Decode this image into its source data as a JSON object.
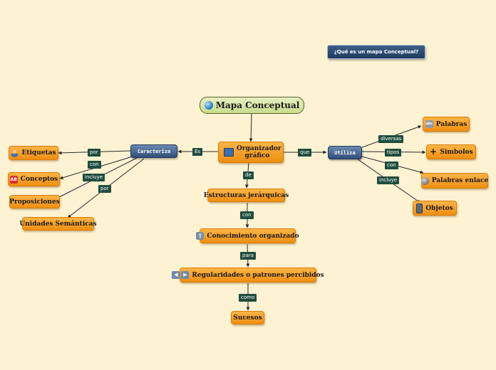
{
  "map": {
    "central": "Mapa Conceptual",
    "question_button": "¿Qué es un mapa Conceptual?",
    "organizador": "Organizador gráfico",
    "caracteriza": "Caracteriza",
    "utiliza": "Utiliza",
    "left_nodes": {
      "etiquetas": "Etiquetas",
      "conceptos": "Conceptos",
      "proposiciones": "Proposiciones",
      "unidades": "Unidades Semánticas"
    },
    "right_nodes": {
      "palabras": "Palabras",
      "simbolos": "Simbolos",
      "palabras_enlace": "Palabras enlace",
      "objetos": "Objetos"
    },
    "chain": {
      "estructuras": "Estructuras jerárquicas",
      "conocimiento": "Conocimiento organizado",
      "regularidades": "Regularidades o patrones percibidos",
      "sucesos": "Sucesos"
    },
    "links": {
      "es": "Es",
      "que": "que",
      "de": "de",
      "con_chain": "con",
      "para": "para",
      "como": "como",
      "por_1": "por",
      "con_left": "con",
      "incluye_left": "incluye",
      "por_2": "por",
      "diversas": "diversas",
      "tipos": "tipos",
      "con_right": "con",
      "incluye_right": "incluye"
    }
  },
  "colors": {
    "background": "#fdf2d2",
    "concept_orange": "#f5a52c",
    "link_label": "#1e4d3f",
    "hub_blue": "#3a5a85",
    "central_green": "#d6e6a4"
  }
}
